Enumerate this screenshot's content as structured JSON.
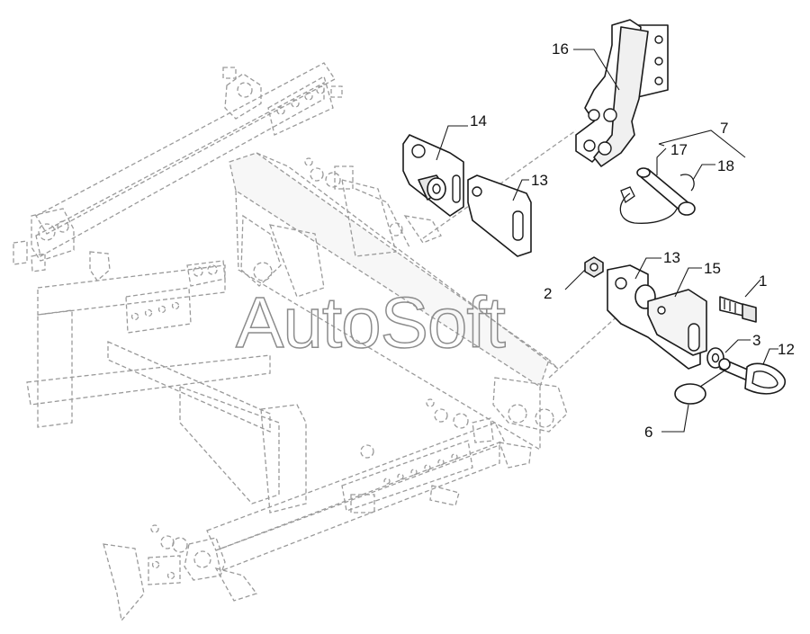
{
  "watermark": "AutoSoft",
  "callouts": [
    {
      "id": "c16",
      "text": "16"
    },
    {
      "id": "c14",
      "text": "14"
    },
    {
      "id": "c13a",
      "text": "13"
    },
    {
      "id": "c7",
      "text": "7"
    },
    {
      "id": "c17",
      "text": "17"
    },
    {
      "id": "c18",
      "text": "18"
    },
    {
      "id": "c13b",
      "text": "13"
    },
    {
      "id": "c15",
      "text": "15"
    },
    {
      "id": "c2",
      "text": "2"
    },
    {
      "id": "c1",
      "text": "1"
    },
    {
      "id": "c3",
      "text": "3"
    },
    {
      "id": "c12",
      "text": "12"
    },
    {
      "id": "c6",
      "text": "6"
    }
  ]
}
